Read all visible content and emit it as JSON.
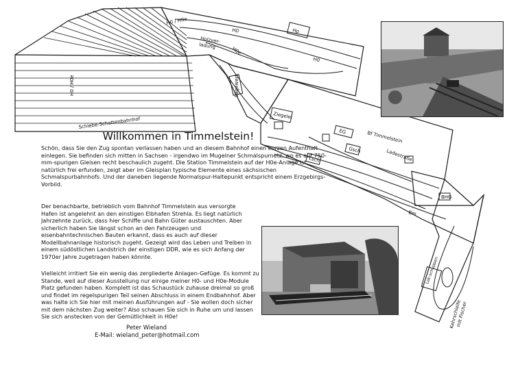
{
  "plan_labels": {
    "h0_h0e": "H0 / H0e",
    "h0": "H0",
    "h0e": "H0e",
    "hp": "Hp",
    "holzverladung_1": "Holzver-",
    "holzverladung_2": "ladung",
    "h0_h0e_vertical": "H0 / H0e",
    "schiebe": "Schiebe-Schattenbahnhof",
    "sagewerk": "Sägewerk",
    "ziegelei": "Ziegelei",
    "eg": "EG",
    "bf": "Bf Timmelstein",
    "gsch": "Gsch",
    "ladestrasse": "Ladestraße",
    "lsch": "Lsch",
    "bhg": "BHG",
    "bm": "Bm",
    "lokschuppen": "Lok-schuppen",
    "kehrschleife_1": "Kehrschleife",
    "kehrschleife_2": "mit Fischer"
  },
  "title": "Willkommen in Timmelstein!",
  "paragraph_1": "Schön, dass Sie den Zug spontan verlassen haben und an diesem Bahnhof einen kurzen Aufenthalt einlegen. Sie befinden sich mitten in Sachsen - irgendwo im Mugelner Schmalspurnetz, wo es auf 750-mm-spurigen Gleisen recht beschaulich zugeht. Die Station Timmelstein auf der H0e-Anlage ist natürlich frei erfunden, zeigt aber im Gleisplan typische Elemente eines sächsischen Schmalspurbahnhofs. Und der daneben liegende Normalspur-Haltepunkt entspricht einem Erzgebirgs-Vorbild.",
  "paragraph_2": "Der benachbarte, betrieblich vom Bahnhof Timmelstein aus versorgte Hafen ist angelehnt an den einstigen Elbhafen Strehla. Es liegt natürlich Jahrzehnte zurück, dass hier Schiffe und Bahn Güter austauschten. Aber sicherlich haben Sie längst schon an den Fahrzeugen und eisenbahntechnischen Bauten erkannt, dass es auch auf dieser Modellbahnanlage historisch zugeht. Gezeigt wird das Leben und Treiben in einem südöstlichen Landstrich der einstigen DDR, wie es sich Anfang der 1970er Jahre zugetragen haben könnte.",
  "paragraph_3": "Vielleicht irritiert Sie ein wenig das zergliederte Anlagen-Gefüge. Es kommt zu Stande, weil auf dieser Ausstellung nur einige meiner H0- und H0e-Module Platz gefunden haben. Komplett ist das Schaustück zuhause dreimal so groß und findet im regelspurigen Teil seinen Abschluss in einem Endbahnhof. Aber was halte ich Sie hier mit meinen Ausführungen auf - Sie wollen doch sicher mit dem nächsten Zug weiter? Also schauen Sie sich in Ruhe um und lassen Sie sich anstecken von der Gemütlichkeit in H0e!",
  "signature_name": "Peter Wieland",
  "signature_email": "E-Mail: wieland_peter@hotmail.com"
}
